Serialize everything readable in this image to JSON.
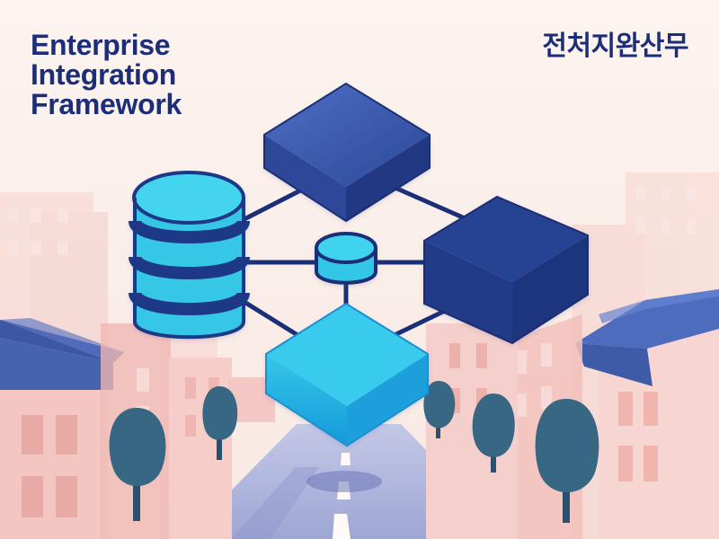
{
  "title": {
    "line1": "Enterprise",
    "line2": "Integration",
    "line3": "Framework"
  },
  "korean_title": "전처지완산무",
  "colors": {
    "background": "#fbf1ec",
    "title": "#1d2e78",
    "building_pink": "#f4c8c5",
    "roof_blue": "#3d5aa5",
    "road": "#a4abd7",
    "database": "#35c7e5",
    "network_navy": "#263f93",
    "network_cyan": "#35c9e8",
    "tree": "#376782"
  },
  "icons": [
    "database-icon",
    "network-cube-icon",
    "hub-node-icon",
    "building-icon",
    "tree-icon",
    "road-icon"
  ]
}
